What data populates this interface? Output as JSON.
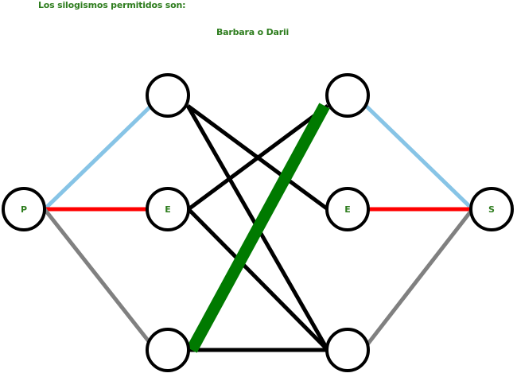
{
  "header": {
    "title": "Los silogismos permitidos son:",
    "subtitle": "Barbara o Darii"
  },
  "colors": {
    "text": "#2e7d1e",
    "light_blue": "#87c4e6",
    "red": "#ff0000",
    "gray": "#808080",
    "black": "#000000",
    "green_highlight": "#007a00"
  },
  "nodes": {
    "p": {
      "label": "P"
    },
    "left_top": {
      "label": ""
    },
    "left_mid": {
      "label": "E"
    },
    "left_bottom": {
      "label": ""
    },
    "right_top": {
      "label": ""
    },
    "right_mid": {
      "label": "E"
    },
    "right_bottom": {
      "label": ""
    },
    "s": {
      "label": "S"
    }
  }
}
